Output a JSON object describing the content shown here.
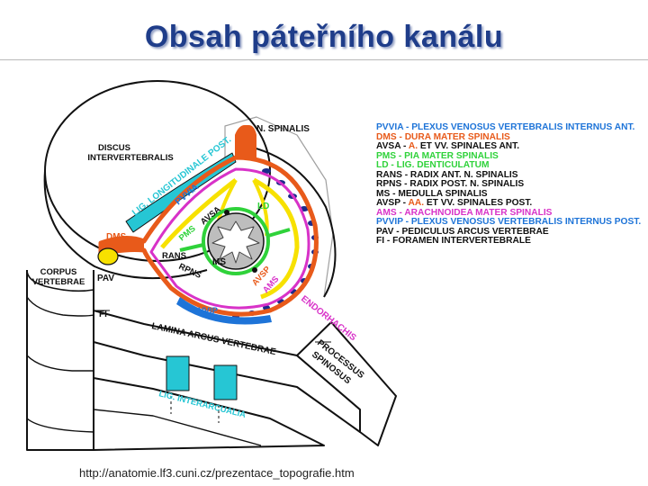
{
  "page": {
    "title": "Obsah páteřního kanálu",
    "source_url": "http://anatomie.lf3.cuni.cz/prezentace_topografie.htm"
  },
  "colors": {
    "title": "#1f3d8a",
    "plexus_internus": "#1e74d8",
    "dura": "#e85a1a",
    "arachnoid": "#d832c8",
    "pia": "#2fd23a",
    "ligament": "#26c6d4",
    "artery": "#f0a000",
    "spine_border": "#111111"
  },
  "labels": {
    "n_spinalis": "N. SPINALIS",
    "discus_1": "DISCUS",
    "discus_2": "INTERVERTEBRALIS",
    "lig_long": "LIG. LONGITUDINALE POST.",
    "pvvia": "PVVIA",
    "avsa": "AVSA",
    "ld": "LD",
    "pms": "PMS",
    "dms": "DMS",
    "rans": "RANS",
    "ms": "MS",
    "rpns": "RPNS",
    "avsp": "AVSP",
    "ams": "AMS",
    "corpus_1": "CORPUS",
    "corpus_2": "VERTEBRAE",
    "pav": "PAV",
    "fi": "FI",
    "pvvip": "PVVIP",
    "endorhachis": "ENDORHACHIS",
    "lamina": "LAMINA ARCUS VERTEBRAE",
    "processus_1": "PROCESSUS",
    "processus_2": "SPINOSUS",
    "lig_inter": "LIG. INTERARCUALIA"
  },
  "legend": [
    {
      "text": "PVVIA - PLEXUS VENOSUS VERTEBRALIS INTERNUS ANT.",
      "color": "#1e74d8"
    },
    {
      "text": "DMS - DURA MATER SPINALIS",
      "color": "#e85a1a"
    },
    {
      "text": "AVSA - A. ET VV. SPINALES ANT.",
      "color": "#111111",
      "prefix_color": "#e85a1a"
    },
    {
      "text": "PMS - PIA MATER SPINALIS",
      "color": "#2fd23a"
    },
    {
      "text": "LD - LIG. DENTICULATUM",
      "color": "#2fd23a"
    },
    {
      "text": "RANS - RADIX ANT. N. SPINALIS",
      "color": "#111111"
    },
    {
      "text": "RPNS - RADIX POST. N. SPINALIS",
      "color": "#111111"
    },
    {
      "text": "MS - MEDULLA SPINALIS",
      "color": "#111111"
    },
    {
      "text": "AVSP - AA. ET VV. SPINALES POST.",
      "color": "#111111",
      "prefix_color": "#e85a1a"
    },
    {
      "text": "AMS - ARACHNOIDEA MATER SPINALIS",
      "color": "#d832c8"
    },
    {
      "text": "PVVIP - PLEXUS VENOSUS VERTEBRALIS INTERNUS POST.",
      "color": "#1e74d8"
    },
    {
      "text": "PAV - PEDICULUS ARCUS VERTEBRAE",
      "color": "#111111"
    },
    {
      "text": "FI - FORAMEN INTERVERTEBRALE",
      "color": "#111111"
    }
  ]
}
